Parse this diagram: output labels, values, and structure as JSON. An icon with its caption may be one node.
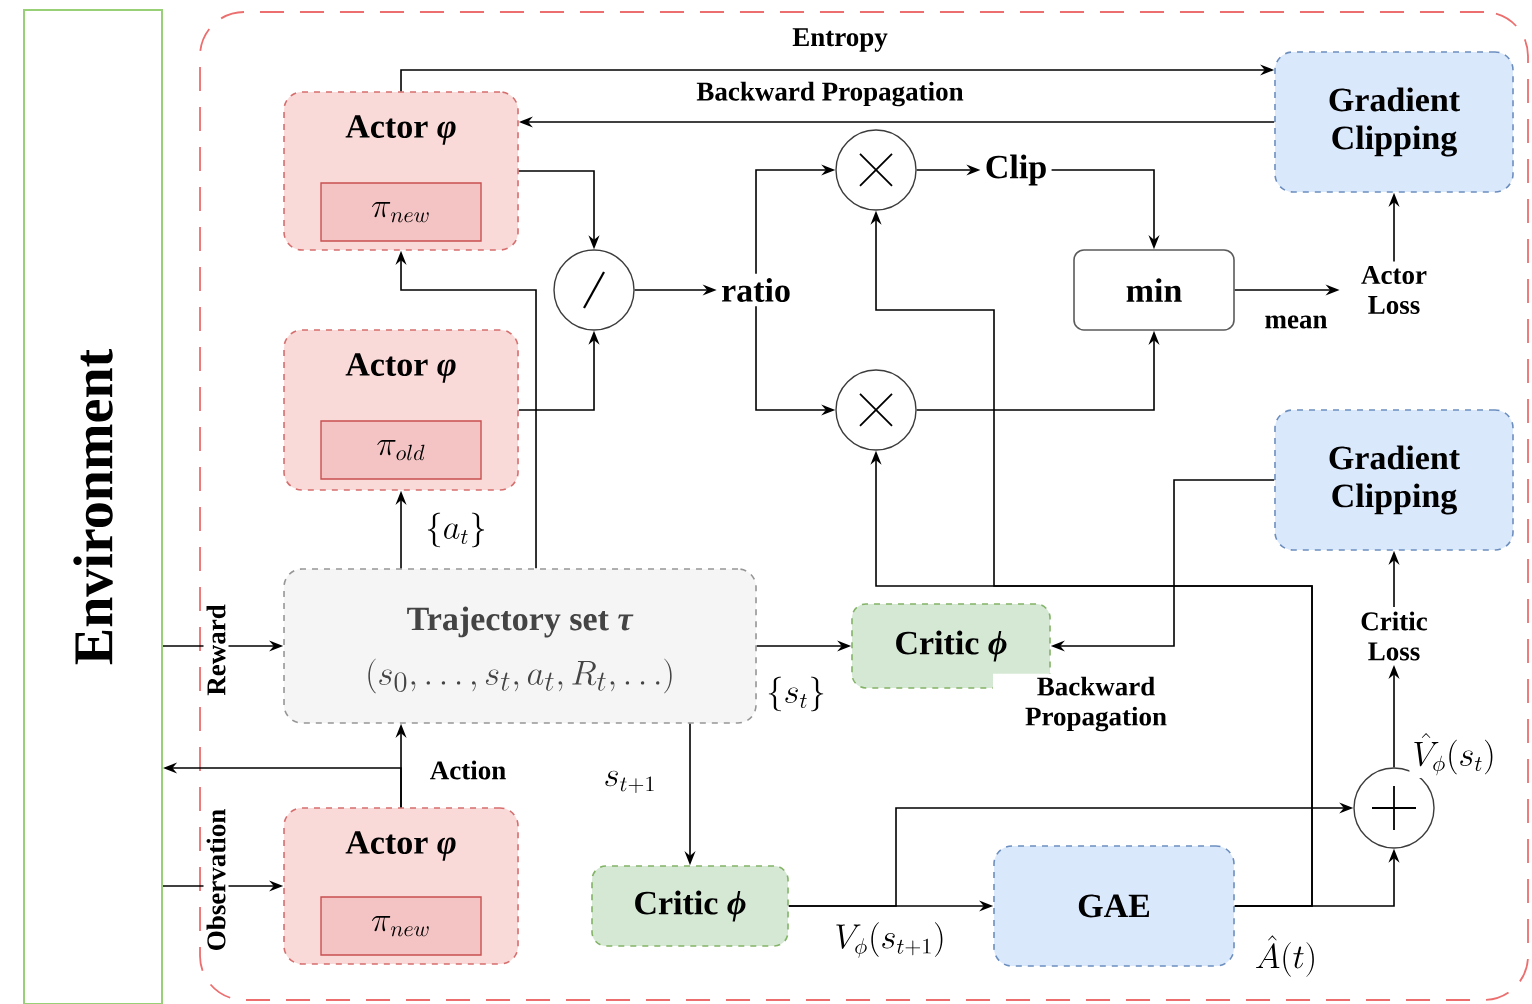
{
  "diagram": {
    "nodes": [
      {
        "text": [
          "Environment"
        ]
      },
      {
        "text": [],
        "shape": "box"
      },
      {
        "text": [
          "Actor *φ*"
        ],
        "in": 1
      },
      {
        "text": [
          "\\pi_{new}"
        ],
        "in": 2
      },
      {
        "text": [
          "Gradient Clipping"
        ],
        "in": 1
      },
      {
        "text": [],
        "shape": "circle",
        "in": 1
      },
      {
        "text": [
          "Clip"
        ],
        "in": 1
      },
      {
        "text": [
          "min"
        ],
        "in": 1
      },
      {
        "text": [
          "Actor Loss"
        ],
        "in": 1
      },
      {
        "text": [],
        "shape": "circle",
        "in": 1
      },
      {
        "text": [
          "ratio"
        ],
        "in": 1
      },
      {
        "text": [
          "Actor *φ*"
        ],
        "in": 1
      },
      {
        "text": [
          "\\pi_{old}"
        ],
        "in": 11
      },
      {
        "text": [],
        "shape": "circle",
        "in": 1
      },
      {
        "text": [
          "Gradient Clipping"
        ],
        "in": 1
      },
      {
        "text": [
          "Trajectory set *τ*",
          "(s_0,\\ldots,s_t,a_t,R_t,\\ldots)"
        ],
        "in": 1
      },
      {
        "text": [
          "Critic *ϕ*"
        ],
        "in": 1
      },
      {
        "text": [
          "Critic Loss"
        ],
        "in": 1
      },
      {
        "text": [],
        "shape": "circle",
        "in": 1
      },
      {
        "text": [
          "Actor *φ*"
        ],
        "in": 1
      },
      {
        "text": [
          "\\pi_{new}"
        ],
        "in": 19
      },
      {
        "text": [
          "Critic *ϕ*"
        ],
        "in": 1
      },
      {
        "text": [
          "GAE"
        ],
        "in": 1
      }
    ],
    "edges": [
      {
        "from": 2,
        "to": 4,
        "arrow": "to",
        "label": "Entropy"
      },
      {
        "from": 4,
        "to": 2,
        "arrow": "to",
        "label": "Backward Propagation"
      },
      {
        "from": 2,
        "to": 9,
        "arrow": "to"
      },
      {
        "from": 11,
        "to": 9,
        "arrow": "to"
      },
      {
        "from": 9,
        "to": 10,
        "arrow": "to"
      },
      {
        "from": 10,
        "to": 5,
        "arrow": "to"
      },
      {
        "from": 10,
        "to": 13,
        "arrow": "to"
      },
      {
        "from": 5,
        "to": 6,
        "arrow": "to"
      },
      {
        "from": 6,
        "to": 7,
        "arrow": "to"
      },
      {
        "from": 13,
        "to": 7,
        "arrow": "to"
      },
      {
        "from": 7,
        "to": 8,
        "arrow": "to",
        "label": "mean"
      },
      {
        "from": 8,
        "to": 4,
        "arrow": "to"
      },
      {
        "from": 15,
        "to": 2,
        "arrow": "to"
      },
      {
        "from": 15,
        "to": 11,
        "arrow": "to",
        "label": "\\{a_t\\}"
      },
      {
        "from": 15,
        "to": 16,
        "arrow": "to",
        "label": "\\{s_t\\}"
      },
      {
        "from": 14,
        "to": 16,
        "arrow": "to",
        "label": "Backward Propagation"
      },
      {
        "from": 17,
        "to": 14,
        "arrow": "to"
      },
      {
        "from": 18,
        "to": 17,
        "arrow": "to",
        "label": "\\hat{V}_\\phi(s_t)"
      },
      {
        "from": 15,
        "to": 21,
        "arrow": "to",
        "label": "s_{t+1}"
      },
      {
        "from": 21,
        "to": 22,
        "arrow": "to",
        "label": "V_\\phi(s_{t+1})"
      },
      {
        "from": 21,
        "to": 18,
        "arrow": "to"
      },
      {
        "from": 22,
        "to": 18,
        "arrow": "to",
        "label": "\\hat{A}(t)"
      },
      {
        "from": 22,
        "to": 13,
        "arrow": "to"
      },
      {
        "from": 22,
        "to": 5,
        "arrow": "to"
      },
      {
        "from": 0,
        "to": 15,
        "arrow": "to",
        "label": "Reward"
      },
      {
        "from": 19,
        "to": 15,
        "arrow": "to",
        "label": "Action"
      },
      {
        "from": 19,
        "to": 0,
        "arrow": "to"
      },
      {
        "from": 0,
        "to": 19,
        "arrow": "to",
        "label": "Observation"
      }
    ]
  }
}
